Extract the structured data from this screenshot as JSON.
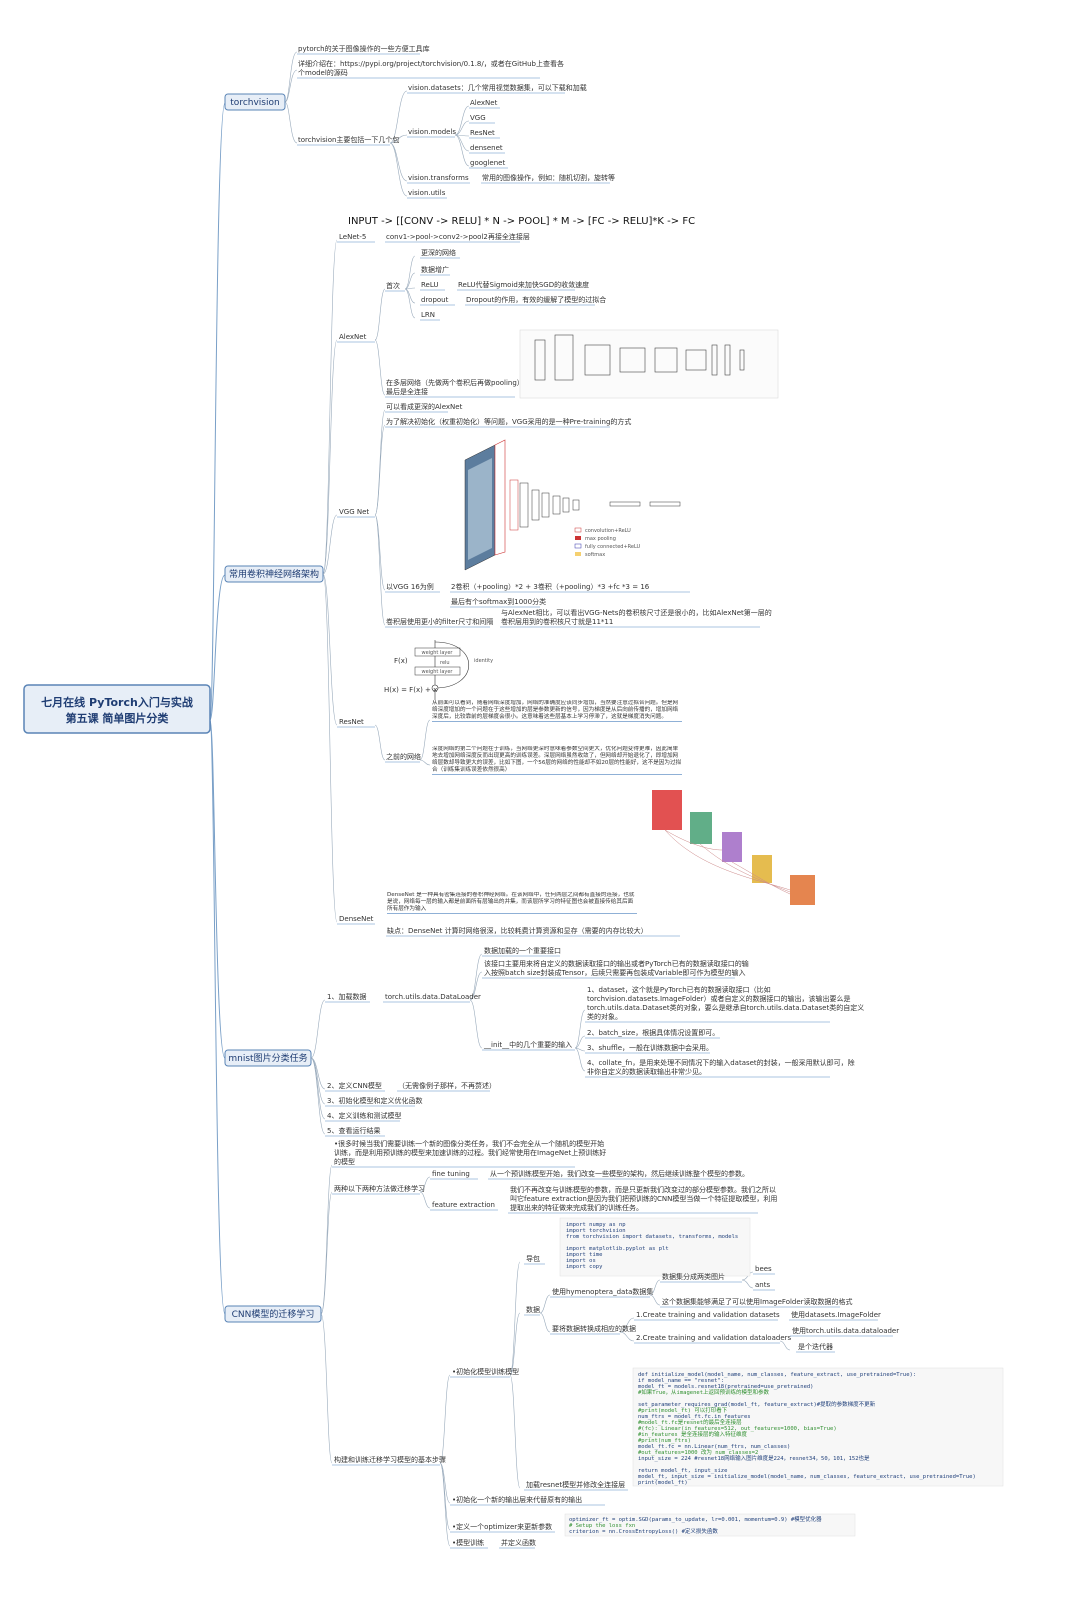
{
  "root": {
    "line1": "七月在线 PyTorch入门与实战",
    "line2": "第五课 简单图片分类"
  },
  "branches": {
    "torchvision": "torchvision",
    "cnn_arch": "常用卷积神经网络架构",
    "mnist": "mnist图片分类任务",
    "transfer": "CNN模型的迁移学习"
  },
  "tv": {
    "n1": "pytorch的关于图像操作的一些方便工具库",
    "n2a": "详细介绍在：https://pypi.org/project/torchvision/0.1.8/，或者在GitHub上查看各",
    "n2b": "个model的源码",
    "parts": "torchvision主要包括一下几个包",
    "datasets": "vision.datasets：几个常用视觉数据集，可以下载和加载",
    "models": "vision.models",
    "model_list": [
      "AlexNet",
      "VGG",
      "ResNet",
      "densenet",
      "googlenet"
    ],
    "transforms": "vision.transforms",
    "transforms_desc": "常用的图像操作，例如：随机切割，旋转等",
    "utils": "vision.utils"
  },
  "arch": {
    "formula": "INPUT -> [[CONV -> RELU] * N -> POOL] * M -> [FC -> RELU]*K -> FC",
    "lenet": "LeNet-5",
    "lenet_desc": "conv1->pool->conv2->pool2再接全连接层",
    "alexnet": "AlexNet",
    "alex_firsts": "首次",
    "alex_items": [
      "更深的网络",
      "数据增广",
      "ReLU",
      "dropout",
      "LRN"
    ],
    "relu_desc": "ReLU代替Sigmoid来加快SGD的收敛速度",
    "dropout_desc": "Dropout的作用，有效的缓解了模型的过拟合",
    "alex_overlap": "在多层网络（先做两个卷积后再做pooling）",
    "alex_fc": "最后是全连接",
    "vgg": "VGG Net",
    "vgg_a": "可以看成更深的AlexNet",
    "vgg_b": "为了解决初始化（权重初始化）等问题，VGG采用的是一种Pre-training的方式",
    "vgg16": "以VGG 16为例",
    "vgg16_desc": "2卷积（+pooling）*2 + 3卷积（+pooling）*3 +fc *3 = 16",
    "vgg_softmax": "最后有个softmax到1000分类",
    "vgg_filter": "卷积层使用更小的filter尺寸和间隔",
    "vgg_filter_desc_a": "与AlexNet相比，可以看出VGG-Nets的卷积核尺寸还是很小的，比如AlexNet第一层的",
    "vgg_filter_desc_b": "卷积层用到的卷积核尺寸就是11*11",
    "resnet": "ResNet",
    "res_why": "之前的网络",
    "res_p1": "从前面可以看到，随着网络深度增加，网络的准确度应该同步增加，当然要注意过拟合问题。但是网络深度增加的一个问题在于这些增加的层是参数更新的信号，因为梯度是从后向前传播的，增加网络深度后，比较靠前的层梯度会很小。这意味着这些层基本上学习停滞了，这就是梯度消失问题。",
    "res_p2": "深度网络的第二个问题在于训练，当网络更深时意味着参数空间更大，优化问题变得更难，因此简单地去增加网络深度反而出现更高的训练误差。深层网络虽然收敛了，但网络却开始退化了，即增加网络层数却导致更大的误差，比如下图，一个56层的网络的性能却不如20层的性能好，这不是因为过拟合（训练集训练误差依然很高）",
    "densenet": "DenseNet",
    "dense_p1": "DenseNet 是一种具有密集连接的卷积神经网络。在该网络中，任何两层之间都有直接的连接，也就是说，网络每一层的输入都是前面所有层输出的并集，而该层所学习的特征图也会被直接传给其后面所有层作为输入",
    "dense_p2": "缺点：DenseNet 计算时网络很深，比较耗费计算资源和显存（需要的内存比较大）",
    "diag_fx": "F(x)",
    "diag_hx": "H(x) = F(x) + x",
    "diag_layer1": "weight layer",
    "diag_layer2": "weight layer",
    "diag_relu": "relu",
    "diag_identity": "identity",
    "vgg_legend": [
      "convolution+ReLU",
      "max pooling",
      "fully connected+ReLU",
      "softmax"
    ]
  },
  "mnist": {
    "s1": "1、加载数据",
    "loader": "torch.utils.data.DataLoader",
    "d1": "数据加载的一个重要接口",
    "d2a": "该接口主要用来将自定义的数据读取接口的输出或者PyTorch已有的数据读取接口的输",
    "d2b": "入按照batch size封装成Tensor，后续只需要再包装成Variable即可作为模型的输入",
    "init": "__init__中的几个重要的输入",
    "i1a": "1、dataset，这个就是PyTorch已有的数据读取接口（比如",
    "i1b": "torchvision.datasets.ImageFolder）或者自定义的数据接口的输出，该输出要么是",
    "i1c": "torch.utils.data.Dataset类的对象，要么是继承自torch.utils.data.Dataset类的自定义",
    "i1d": "类的对象。",
    "i2": "2、batch_size，根据具体情况设置即可。",
    "i3": "3、shuffle，一般在训练数据中会采用。",
    "i4a": "4、collate_fn，是用来处理不同情况下的输入dataset的封装，一般采用默认即可，除",
    "i4b": "非你自定义的数据读取输出非常少见。",
    "s2": "2、定义CNN模型",
    "s2_desc": "（无需像例子那样，不再赘述）",
    "s3": "3、初始化模型和定义优化函数",
    "s4": "4、定义训练和测试模型",
    "s5": "5、查看运行结果"
  },
  "transfer": {
    "intro_a": "•很多时候当我们需要训练一个新的图像分类任务，我们不会完全从一个随机的模型开始",
    "intro_b": "训练，而是利用预训练的模型来加速训练的过程。我们经常使用在ImageNet上预训练好",
    "intro_c": "的模型",
    "two": "两种以下两种方法做迁移学习",
    "ft": "fine tuning",
    "ft_desc": "从一个预训练模型开始，我们改变一些模型的架构，然后继续训练整个模型的参数。",
    "fe": "feature extraction",
    "fe_desc_a": "我们不再改变与训练模型的参数，而是只更新我们改变过的部分模型参数。我们之所以",
    "fe_desc_b": "叫它feature extraction是因为我们把预训练的CNN模型当做一个特征提取模型，利用",
    "fe_desc_c": "提取出来的特征做来完成我们的训练任务。",
    "steps": "构建和训练迁移学习模型的基本步骤",
    "lib": "导包",
    "data": "数据",
    "ant_data": "使用hymenoptera_data数据集",
    "ant_q": "数据集分成两类图片",
    "ant_classes": [
      "bees",
      "ants"
    ],
    "folder": "这个数据集能够满足了可以使用ImageFolder读取数据的格式",
    "read": "要将数据转换成相应的数据",
    "create1": "1.Create training and validation datasets",
    "create1_desc": "使用datasets.ImageFolder",
    "create2": "2.Create training and validation dataloaders",
    "create2_desc": "使用torch.utils.data.dataloader",
    "iter": "是个迭代器",
    "init_model": "•初始化模型训练模型",
    "resnet_load": "加载resnet模型并修改全连接层",
    "opt_a": "•初始化一个新的输出层来代替原有的输出",
    "opt_b": "•定义一个optimizer来更新参数",
    "train_step": "•模型训练",
    "train_desc": "并定义函数",
    "code1": [
      "import numpy as np",
      "import torchvision",
      "from torchvision import datasets, transforms, models",
      "",
      "import matplotlib.pyplot as plt",
      "import time",
      "import os",
      "import copy"
    ],
    "code2": [
      "def initialize_model(model_name, num_classes, feature_extract, use_pretrained=True):",
      "    if model_name == \"resnet\":",
      "        model_ft = models.resnet18(pretrained=use_pretrained)",
      "        #如果True，从imagenet上返回预训练的模型和参数",
      "",
      "        set_parameter_requires_grad(model_ft, feature_extract)#提取的参数梯度不更新",
      "        #print(model_ft) 可以打印看下",
      "        num_ftrs = model_ft.fc.in_features",
      "        #model_ft.fc是resnet的最后全连接层",
      "        #(fc): Linear(in_features=512, out_features=1000, bias=True)",
      "        #in_features 是全连接层的输入特征维度",
      "        #print(num_ftrs)",
      "        model_ft.fc = nn.Linear(num_ftrs, num_classes)",
      "        #out_features=1000 改为 num_classes=2",
      "        input_size = 224 #resnet18网络输入图片维度是224，resnet34，50，101，152也是",
      "",
      "    return model_ft, input_size",
      "model_ft, input_size = initialize_model(model_name, num_classes, feature_extract, use_pretrained=True)",
      "print(model_ft)"
    ],
    "code3": [
      "optimizer_ft = optim.SGD(params_to_update, lr=0.001, momentum=0.9) #模型优化器",
      "# Setup the loss fxn",
      "criterion = nn.CrossEntropyLoss() #定义损失函数"
    ]
  }
}
